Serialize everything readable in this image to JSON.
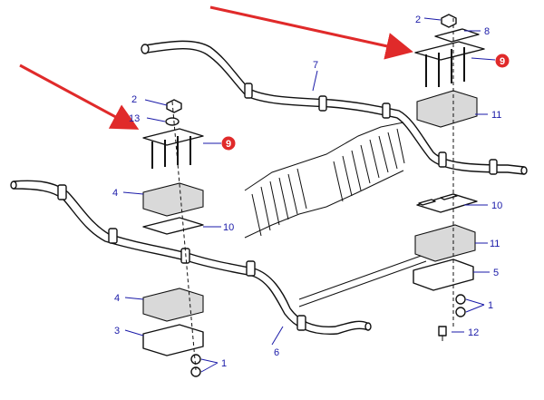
{
  "diagram": {
    "callouts": [
      {
        "id": "c2a",
        "text": "2"
      },
      {
        "id": "c8",
        "text": "8"
      },
      {
        "id": "c9a",
        "text": "9",
        "highlighted": true
      },
      {
        "id": "c7",
        "text": "7"
      },
      {
        "id": "c11a",
        "text": "11"
      },
      {
        "id": "c2b",
        "text": "2"
      },
      {
        "id": "c13",
        "text": "13"
      },
      {
        "id": "c9b",
        "text": "9",
        "highlighted": true
      },
      {
        "id": "c4a",
        "text": "4"
      },
      {
        "id": "c10a",
        "text": "10"
      },
      {
        "id": "c10b",
        "text": "10"
      },
      {
        "id": "c11b",
        "text": "11"
      },
      {
        "id": "c5",
        "text": "5"
      },
      {
        "id": "c4b",
        "text": "4"
      },
      {
        "id": "c1a",
        "text": "1"
      },
      {
        "id": "c3",
        "text": "3"
      },
      {
        "id": "c6",
        "text": "6"
      },
      {
        "id": "c12",
        "text": "12"
      },
      {
        "id": "c1b",
        "text": "1"
      }
    ],
    "colors": {
      "label": "#1a1aa8",
      "highlight_badge": "#e02a2a",
      "arrow": "#e02a2a",
      "ink": "#111111"
    }
  }
}
